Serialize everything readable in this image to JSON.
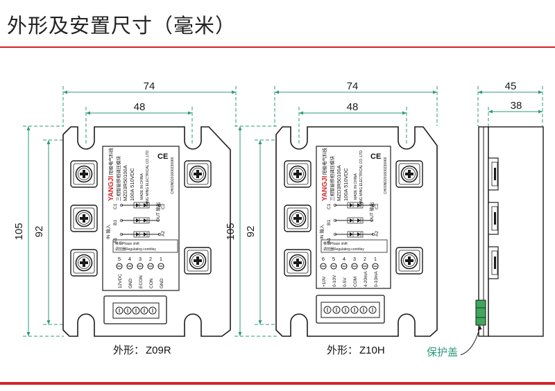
{
  "header": {
    "title": "外形及安置尺寸（毫米）"
  },
  "left_module": {
    "dims": {
      "top_outer": "74",
      "top_inner": "48",
      "left_outer": "105",
      "left_inner": "92"
    },
    "caption_prefix": "外形：",
    "caption_model": "Z09R",
    "label": {
      "brand": "YANGJI",
      "company_cn": "阳极电气科技",
      "type_cn": "三相智能移相调压模块",
      "model": "MZD3R50100A",
      "rating": "100A 510VDC",
      "made_in": "MADE IN CHINA",
      "company_en": "YANG MING ELECTRICAL CO.,LTD",
      "id_code": "CH01ND201600230066",
      "in_label": "IN 输入",
      "out_label": "OUT 输出",
      "a1": "A1",
      "b1": "B1",
      "c1": "C1",
      "a2": "A2",
      "c2": "C2",
      "phase_shift": "移相Phase shift",
      "regulating": "调控器Regulating contrlley",
      "terminal_nums": [
        "5",
        "4",
        "3",
        "2",
        "1"
      ],
      "terminal_labels": [
        "12VDC",
        "GND",
        "ECON",
        "CON",
        "GND"
      ]
    }
  },
  "middle_module": {
    "dims": {
      "top_outer": "74",
      "top_inner": "48",
      "left_outer": "105",
      "left_inner": "92"
    },
    "caption_prefix": "外形：",
    "caption_model": "Z10H",
    "label": {
      "brand": "YANGJI",
      "company_cn": "阳极电气科技",
      "type_cn": "三相智能移相调压模块",
      "model": "MZD3R50100A",
      "rating": "100A 510VDC",
      "made_in": "MADE IN CHINA",
      "company_en": "YANG MING ELECTRICAL CO.,LTD",
      "id_code": "CH01ND201600230066",
      "in_label": "IN 输入",
      "out_label": "OUT 输出",
      "a1": "A1",
      "b1": "B1",
      "c1": "C1",
      "a2": "A2",
      "c2": "C2",
      "phase_shift": "移相Phase shift",
      "regulating": "调控器Regulating contrlley",
      "terminal_nums": [
        "6",
        "5",
        "4",
        "3",
        "2",
        "1"
      ],
      "terminal_labels": [
        "+10V",
        "0-10V",
        "0-5V",
        "COM",
        "4-20mA",
        "0-10mA"
      ]
    }
  },
  "side_view": {
    "dims": {
      "top_outer": "45",
      "top_inner": "38"
    },
    "cover_label": "保护盖",
    "colors": {
      "cover": "#3fa75a"
    }
  },
  "colors": {
    "accent": "#d2232a",
    "dimension": "#2e9a7d",
    "brand": "#d2232a"
  }
}
